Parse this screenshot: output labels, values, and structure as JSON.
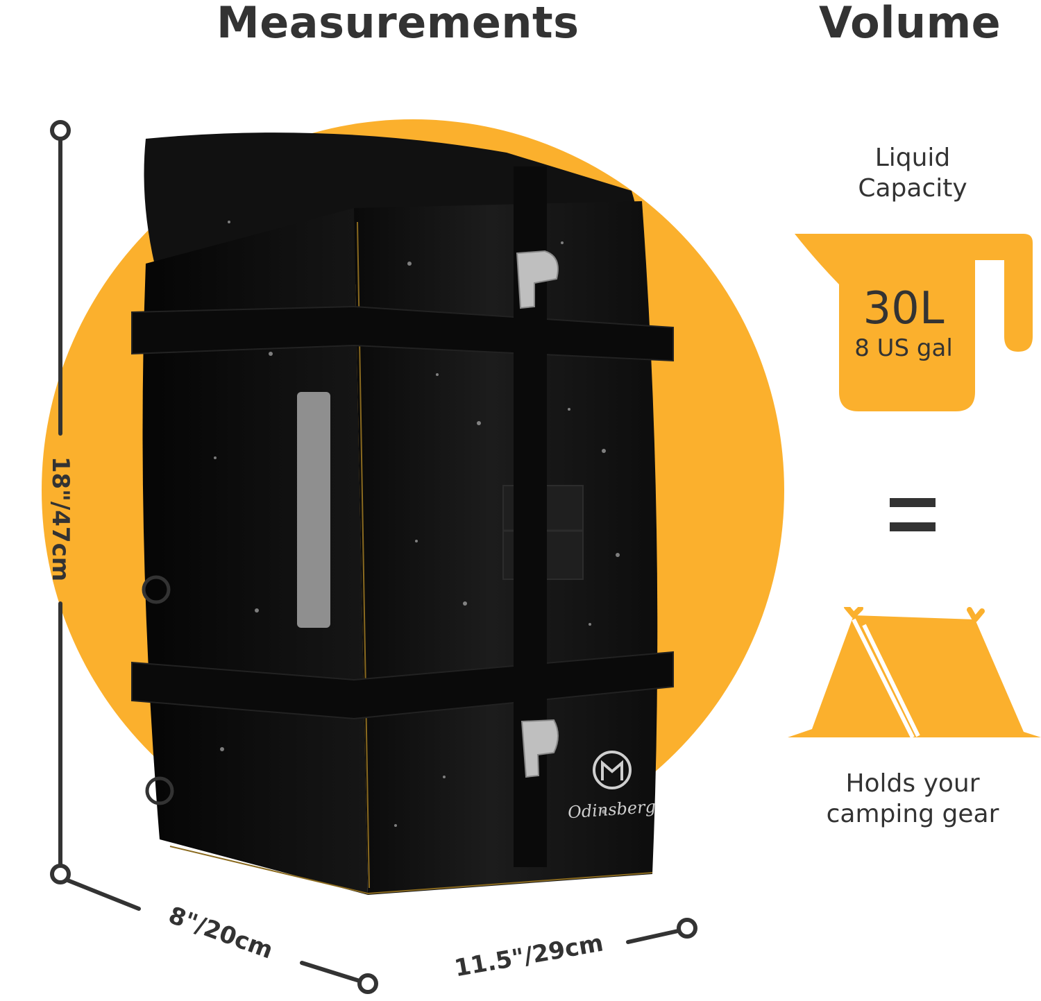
{
  "headings": {
    "measurements": "Measurements",
    "volume": "Volume"
  },
  "dimensions": {
    "height": "18\"/47cm",
    "depth": "8\"/20cm",
    "width": "11.5\"/29cm"
  },
  "volume_panel": {
    "capacity_label_line1": "Liquid",
    "capacity_label_line2": "Capacity",
    "liters": "30L",
    "gallons": "8 US gal",
    "equals_sign": "=",
    "gear_line1": "Holds your",
    "gear_line2": "camping gear",
    "cup_icon": "measuring-cup-icon",
    "tent_icon": "tent-icon"
  },
  "product": {
    "brand_mark": "Odinsberg",
    "description": "black waterproof roll-top pannier bag with straps and buckles"
  },
  "colors": {
    "accent": "#FBB02D",
    "text": "#333333",
    "bag": "#121212"
  }
}
